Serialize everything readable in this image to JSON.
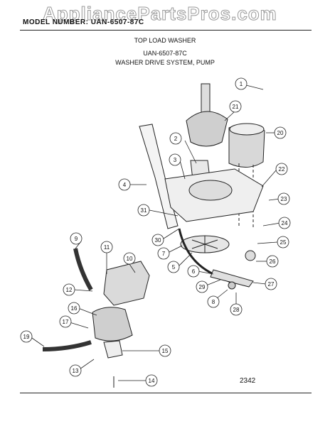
{
  "watermark": "AppliancePartsPros.com",
  "header": {
    "model_code": "MODEL NUMBER: UAN-6507-87C",
    "title": "TOP LOAD WASHER",
    "model": "UAN-6507-87C",
    "section": "WASHER DRIVE SYSTEM, PUMP"
  },
  "footer": {
    "reference_number": "2342"
  },
  "callouts": [
    "1",
    "2",
    "3",
    "4",
    "5",
    "6",
    "7",
    "8",
    "9",
    "10",
    "11",
    "12",
    "13",
    "14",
    "15",
    "16",
    "17",
    "19",
    "20",
    "21",
    "22",
    "23",
    "24",
    "25",
    "26",
    "27",
    "28",
    "29",
    "30",
    "31"
  ]
}
